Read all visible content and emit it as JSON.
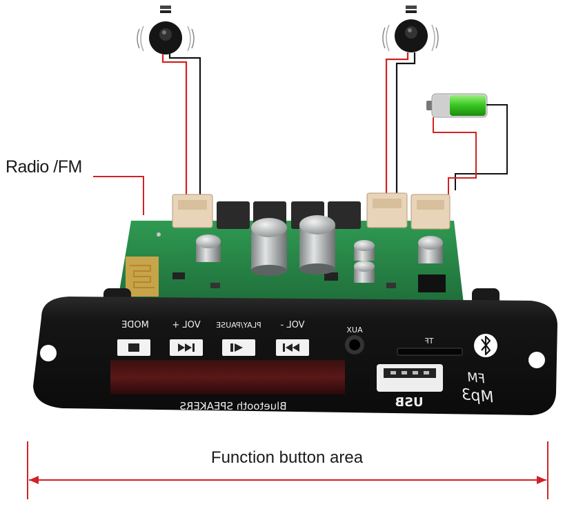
{
  "labels": {
    "radio_fm": "Radio /FM",
    "function_area": "Function button area"
  },
  "panel": {
    "buttons": [
      "MODE",
      "VOL +",
      "PLAY/PAUSE",
      "VOL -"
    ],
    "aux": "AUX",
    "tf": "TF",
    "usb": "USB",
    "brand_line1": "Mp3",
    "brand_line2": "FM",
    "display_caption": "Bluetooth SPEAKERS"
  },
  "components": {
    "left_speaker_icon": "speaker-icon",
    "right_speaker_icon": "speaker-icon",
    "battery_icon": "battery-icon",
    "bluetooth_icon": "bluetooth-icon"
  },
  "colors": {
    "pcb": "#2f8a4c",
    "panel": "#141414",
    "wire_red": "#d42020",
    "wire_black": "#111111",
    "battery_green": "#3ccf2a"
  }
}
